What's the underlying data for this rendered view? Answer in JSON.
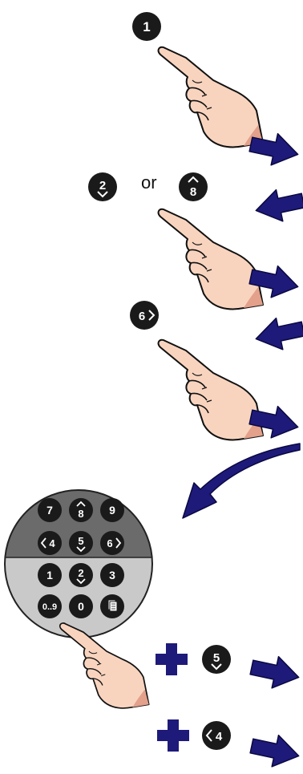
{
  "colors": {
    "arrow": "#1e1a7a",
    "arrow_outline": "#0a0840",
    "skin": "#f8d4bf",
    "skin_shadow": "#e3a08a",
    "keypad_top": "#6b6b6b",
    "keypad_bottom": "#c9c9c9",
    "key": "#1a1a1a",
    "plus": "#1e1a7a"
  },
  "steps": [
    {
      "key": "1",
      "icon": "pointing-hand-icon"
    },
    {
      "key_a": "2",
      "connector": "or",
      "key_b": "8",
      "icon": "pointing-hand-icon"
    },
    {
      "key": "6",
      "icon": "pointing-hand-icon"
    }
  ],
  "keypad": {
    "rows": [
      [
        "7",
        "8",
        "9"
      ],
      [
        "4",
        "5",
        "6"
      ],
      [
        "1",
        "2",
        "3"
      ],
      [
        "0..9",
        "0",
        "document-icon"
      ]
    ]
  },
  "combos": [
    {
      "symbol": "+",
      "key": "5"
    },
    {
      "symbol": "+",
      "key": "4"
    }
  ]
}
